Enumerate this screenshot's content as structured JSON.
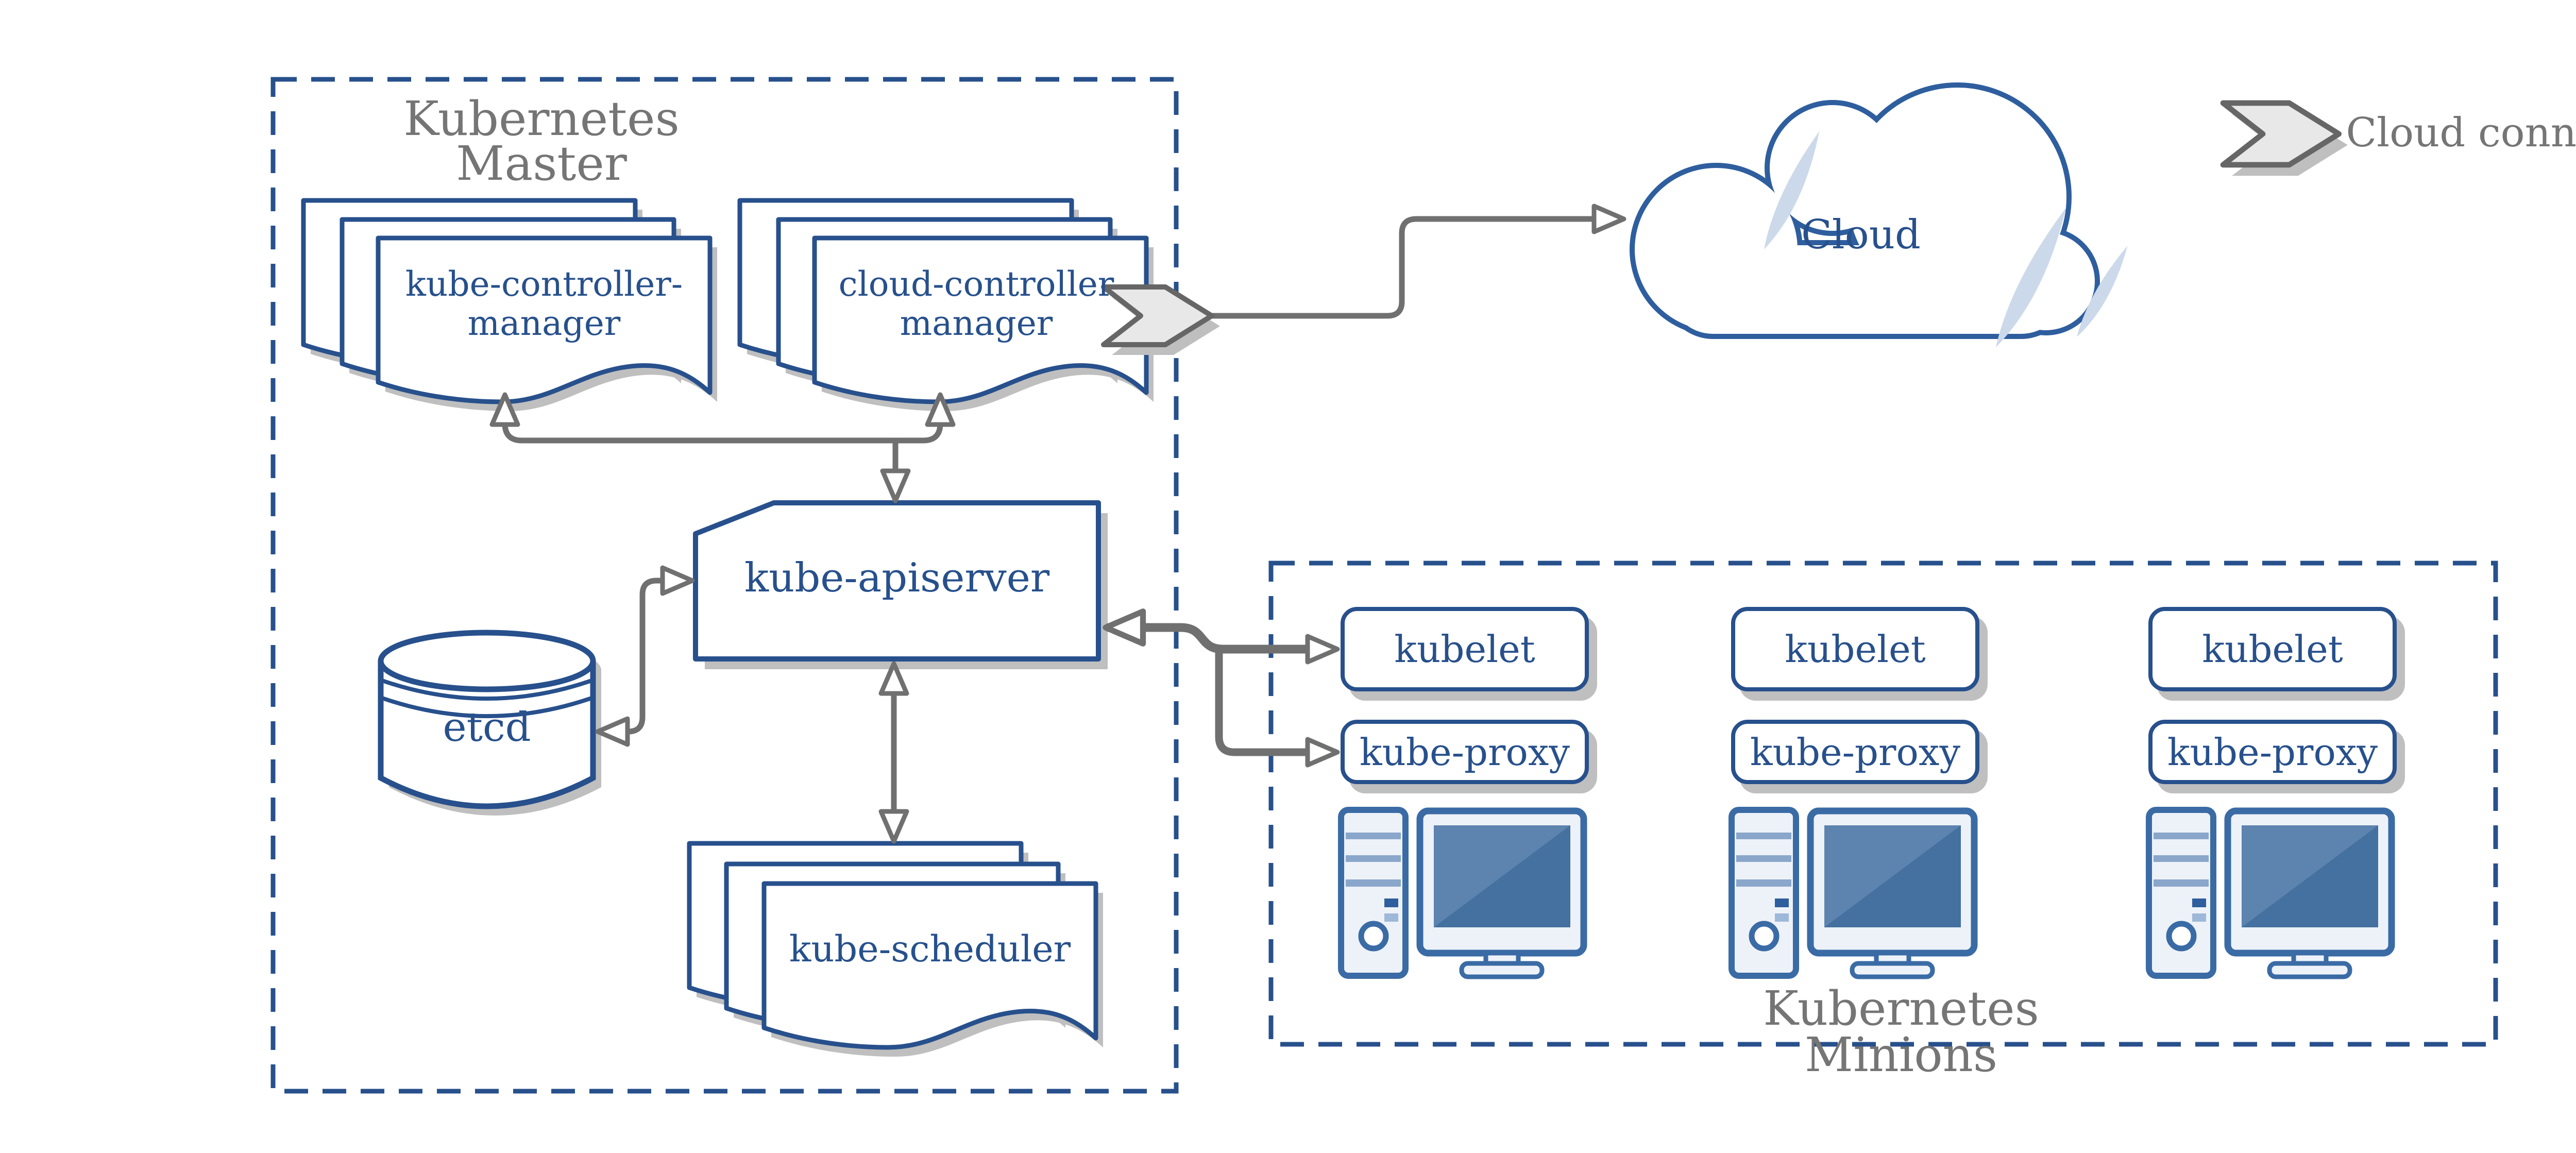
{
  "master": {
    "title": [
      "Kubernetes",
      "Master"
    ],
    "kube_controller_manager": [
      "kube-controller-",
      "manager"
    ],
    "cloud_controller_manager": [
      "cloud-controller",
      "manager"
    ],
    "kube_apiserver": "kube-apiserver",
    "etcd": "etcd",
    "kube_scheduler": "kube-scheduler"
  },
  "cloud": {
    "label": "Cloud"
  },
  "legend": {
    "label": "Cloud connector",
    "icon": "chevron-arrow-icon"
  },
  "minions": {
    "title": [
      "Kubernetes",
      "Minions"
    ],
    "nodes": [
      {
        "kubelet": "kubelet",
        "kube_proxy": "kube-proxy",
        "host_icon": "desktop-computer-icon"
      },
      {
        "kubelet": "kubelet",
        "kube_proxy": "kube-proxy",
        "host_icon": "desktop-computer-icon"
      },
      {
        "kubelet": "kubelet",
        "kube_proxy": "kube-proxy",
        "host_icon": "desktop-computer-icon"
      }
    ]
  },
  "colors": {
    "ink_blue": "#27508c",
    "medium_blue": "#3a6ba5",
    "gray_text": "#757575",
    "arrow_gray": "#707070",
    "shadow_gray": "#bfbfbf",
    "cloud_highlight": "#ccd9ea",
    "screen_blue": "#44719f"
  }
}
